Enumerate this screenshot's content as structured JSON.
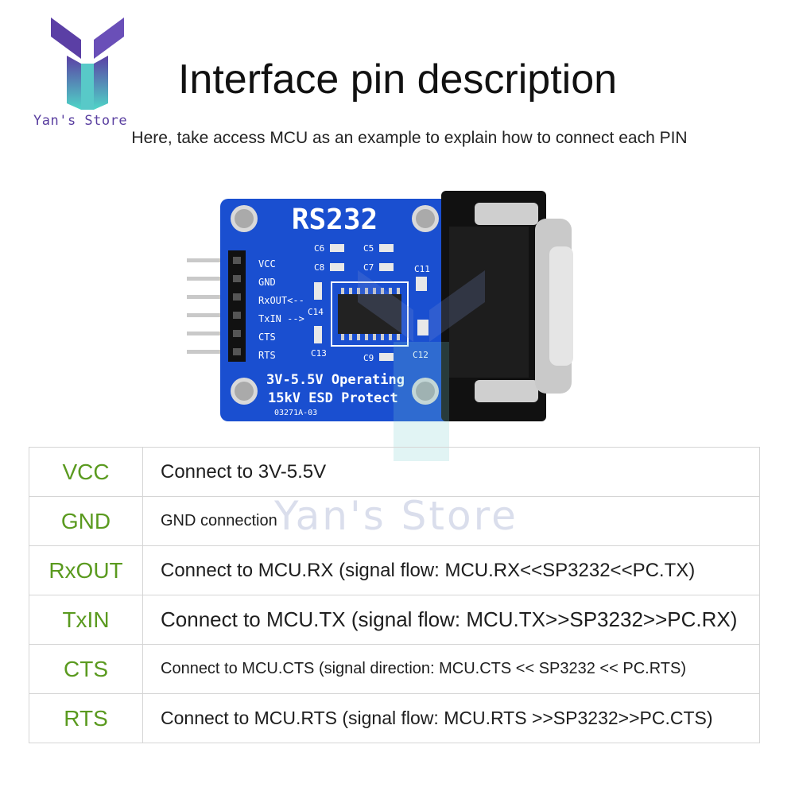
{
  "logo": {
    "text": "Yan's Store",
    "icon": "y-logo-icon"
  },
  "title": "Interface pin description",
  "subtitle": "Here, take access MCU as an example to explain how to connect each PIN",
  "board": {
    "name": "RS232",
    "pin_labels": [
      "VCC",
      "GND",
      "RxOUT<--",
      "TxIN -->",
      "CTS",
      "RTS"
    ],
    "capacitors": [
      "C6",
      "C5",
      "C8",
      "C7",
      "C11",
      "C14",
      "C13",
      "C9",
      "C12"
    ],
    "text_line1": "3V-5.5V Operating",
    "text_line2": "15kV ESD Protect",
    "code": "03271A-03"
  },
  "pins": [
    {
      "pin": "VCC",
      "desc": "Connect to 3V-5.5V"
    },
    {
      "pin": "GND",
      "desc": "GND connection"
    },
    {
      "pin": "RxOUT",
      "desc": "Connect to MCU.RX (signal flow: MCU.RX<<SP3232<<PC.TX)"
    },
    {
      "pin": "TxIN",
      "desc": "Connect to MCU.TX (signal flow: MCU.TX>>SP3232>>PC.RX)"
    },
    {
      "pin": "CTS",
      "desc": "Connect to MCU.CTS (signal direction: MCU.CTS << SP3232 << PC.RTS)"
    },
    {
      "pin": "RTS",
      "desc": "Connect to MCU.RTS (signal flow: MCU.RTS >>SP3232>>PC.CTS)"
    }
  ],
  "watermark": "Yan's Store",
  "colors": {
    "pin_text": "#5a9a1f",
    "pcb_blue": "#1a4fd0",
    "logo_purple": "#5a3fa0",
    "logo_teal": "#4fd6c7"
  }
}
